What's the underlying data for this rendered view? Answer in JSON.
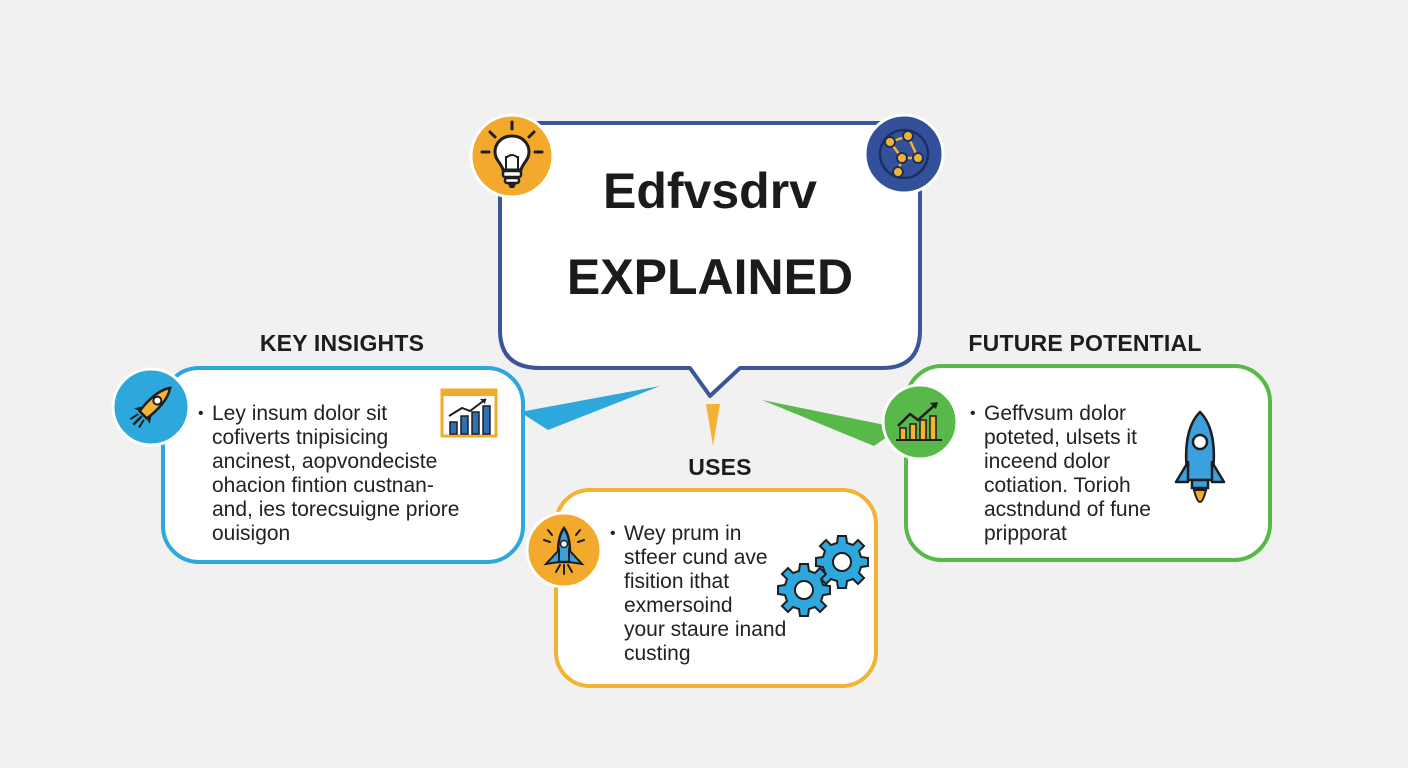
{
  "title": {
    "line1": "Edfvsdrv",
    "line2": "EXPLAINED"
  },
  "sections": {
    "key_insights": {
      "label": "KEY INSIGHTS",
      "lines": [
        "Ley insum dolor sit",
        "cofiverts tnipisicing",
        "ancinest, aopvondeciste",
        "ohacion fintion custnan-",
        "and, ies torecsuigne priore",
        "ouisigon"
      ],
      "color": "#2ea8dc"
    },
    "uses": {
      "label": "USES",
      "lines": [
        "Wey prum in",
        "stfeer cund ave",
        "fisition ithat",
        "exmersoind",
        "your staure inand",
        "custing"
      ],
      "color": "#f2b233"
    },
    "future_potential": {
      "label": "FUTURE POTENTIAL",
      "lines": [
        "Geffvsum dolor",
        "poteted, ulsets it",
        "inceend dolor",
        "cotiation. Torioh",
        "acstndund of fune",
        "pripporat"
      ],
      "color": "#58b84a"
    }
  },
  "colors": {
    "title_border": "#3a559a",
    "lightbulb_badge": "#f2a92c",
    "network_badge": "#33509a",
    "insights_blue": "#2ea8dc",
    "uses_orange": "#f2b233",
    "future_green": "#58b84a"
  },
  "icons": {
    "title_left": "lightbulb-icon",
    "title_right": "network-icon",
    "insights_badge": "rocket-icon",
    "insights_inline": "bar-chart-icon",
    "uses_badge": "spaceship-icon",
    "uses_inline": "gears-icon",
    "future_badge": "growth-chart-icon",
    "future_inline": "rocket-icon"
  }
}
